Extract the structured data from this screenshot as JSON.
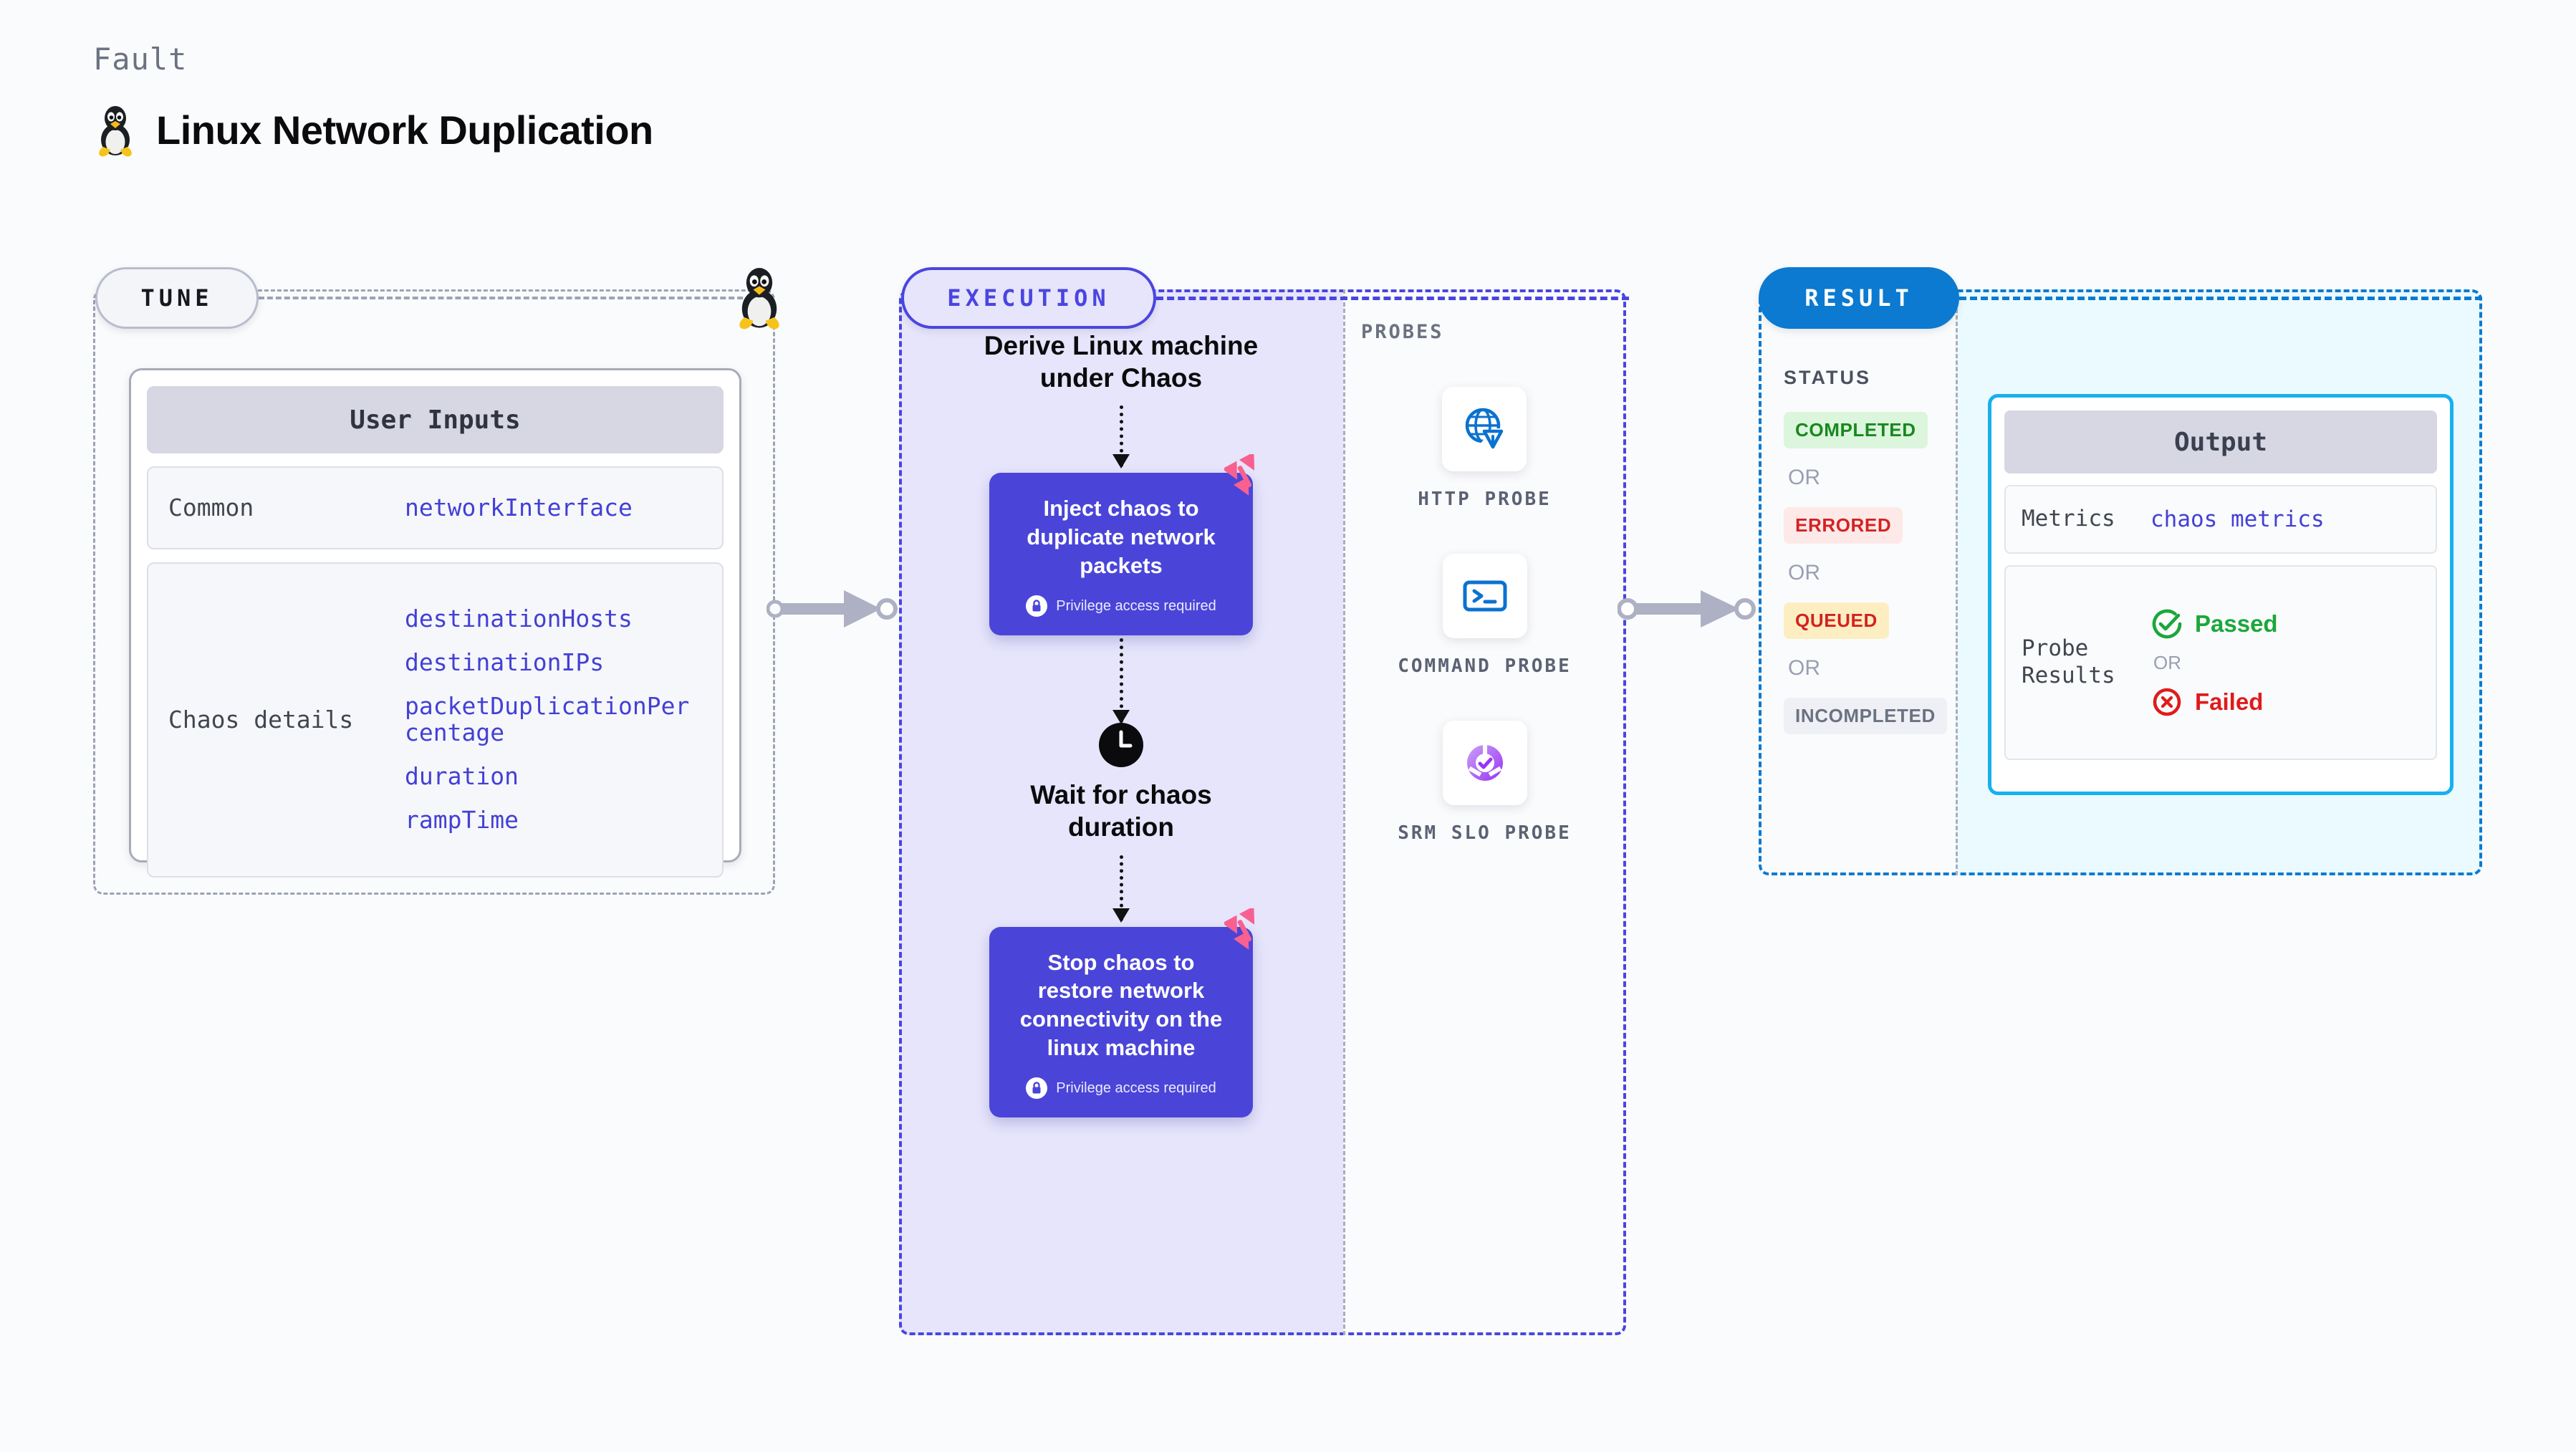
{
  "header": {
    "eyebrow": "Fault",
    "title": "Linux Network Duplication",
    "icon": "linux-tux-icon"
  },
  "tune": {
    "pill_label": "TUNE",
    "badge_icon": "linux-tux-icon",
    "card_title": "User Inputs",
    "rows": [
      {
        "key": "Common",
        "values": [
          "networkInterface"
        ]
      },
      {
        "key": "Chaos details",
        "values": [
          "destinationHosts",
          "destinationIPs",
          "packetDuplicationPercentage",
          "duration",
          "rampTime"
        ]
      }
    ]
  },
  "execution": {
    "pill_label": "EXECUTION",
    "steps": [
      {
        "type": "text",
        "label": "Derive Linux machine under Chaos"
      },
      {
        "type": "chaos",
        "label": "Inject chaos to duplicate network packets",
        "note": "Privilege access required",
        "badge": "harness-logo-icon"
      },
      {
        "type": "wait",
        "icon": "clock-icon",
        "label": "Wait for chaos duration"
      },
      {
        "type": "chaos",
        "label": "Stop chaos to restore network connectivity on the linux machine",
        "note": "Privilege access required",
        "badge": "harness-logo-icon"
      }
    ]
  },
  "probes": {
    "title": "PROBES",
    "items": [
      {
        "label": "HTTP PROBE",
        "icon": "globe-warning-icon"
      },
      {
        "label": "COMMAND PROBE",
        "icon": "terminal-icon"
      },
      {
        "label": "SRM SLO PROBE",
        "icon": "donut-check-icon"
      }
    ]
  },
  "result": {
    "pill_label": "RESULT",
    "status_title": "STATUS",
    "or_label": "OR",
    "statuses": [
      {
        "label": "COMPLETED",
        "bg": "#dcf5dd",
        "fg": "#18891e"
      },
      {
        "label": "ERRORED",
        "bg": "#fde9e8",
        "fg": "#d32222"
      },
      {
        "label": "QUEUED",
        "bg": "#fdeec2",
        "fg": "#d32222"
      },
      {
        "label": "INCOMPLETED",
        "bg": "#eef0f5",
        "fg": "#6b7280"
      }
    ],
    "output": {
      "title": "Output",
      "metrics_key": "Metrics",
      "metrics_value": "chaos metrics",
      "probe_key": "Probe Results",
      "passed_label": "Passed",
      "failed_label": "Failed",
      "or_label": "OR",
      "passed_icon": "check-circle-icon",
      "failed_icon": "x-circle-icon"
    }
  },
  "colors": {
    "tune_accent": "#9ca3b5",
    "execution_accent": "#4a45e0",
    "chaos_box": "#4a45d8",
    "result_accent": "#0b7ad0",
    "output_accent": "#18b0ef",
    "harness_pink": "#f8608f",
    "passed_green": "#1ba73a",
    "failed_red": "#e01b1b"
  }
}
